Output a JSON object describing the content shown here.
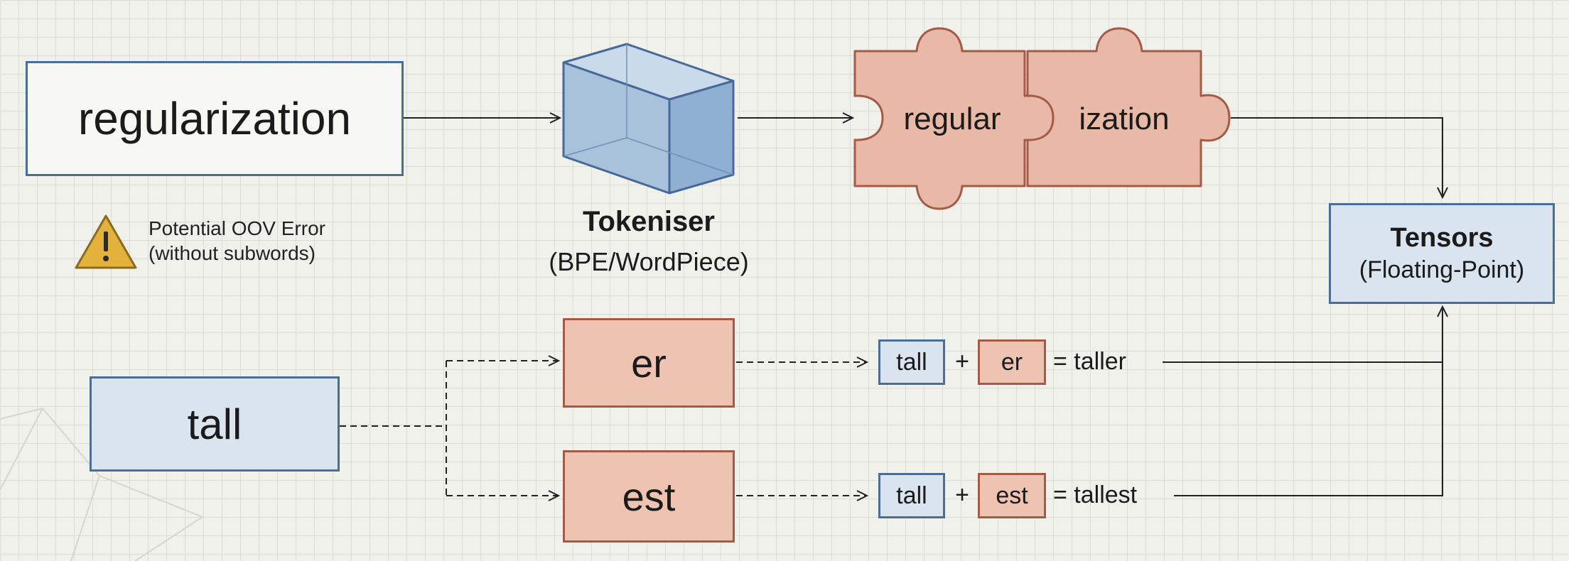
{
  "input_word": "regularization",
  "warning": {
    "line1": "Potential OOV Error",
    "line2": "(without subwords)",
    "icon": "warning-triangle-icon"
  },
  "tokeniser": {
    "title": "Tokeniser",
    "subtitle": "(BPE/WordPiece)",
    "icon": "cube-icon"
  },
  "pieces": [
    "regular",
    "ization"
  ],
  "tensors": {
    "title": "Tensors",
    "subtitle": "(Floating-Point)"
  },
  "root_word": "tall",
  "suffixes": [
    "er",
    "est"
  ],
  "compositions": [
    {
      "root": "tall",
      "plus": "+",
      "suffix": "er",
      "equals": "= taller"
    },
    {
      "root": "tall",
      "plus": "+",
      "suffix": "est",
      "equals": "= tallest"
    }
  ],
  "colors": {
    "background": "#f1f1ec",
    "blue_fill": "#d9e4ef",
    "blue_border": "#4a6f96",
    "salmon_fill": "#efc3b2",
    "salmon_border": "#a55a48",
    "warning_fill": "#e3b23c"
  }
}
